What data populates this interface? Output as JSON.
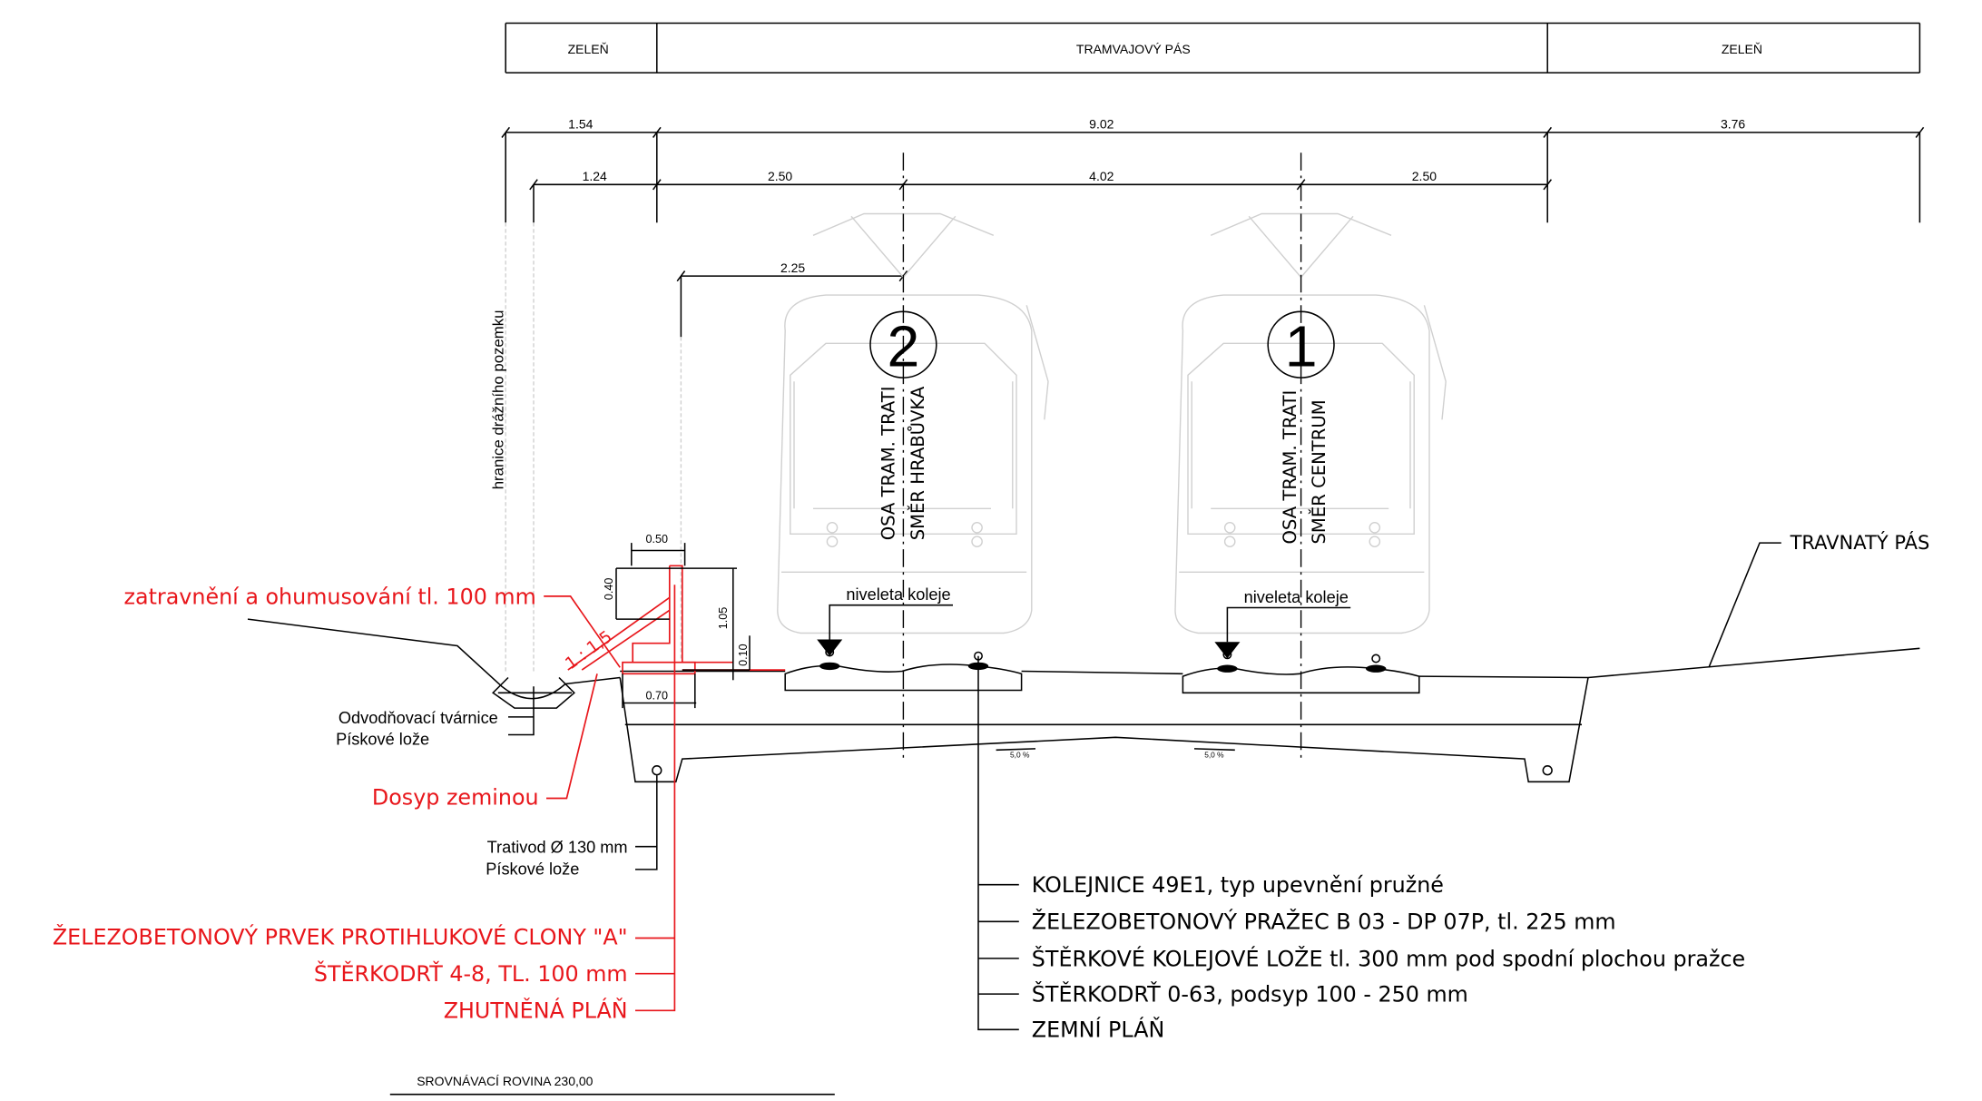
{
  "header_table": {
    "left": "ZELEŇ",
    "middle": "TRAMVAJOVÝ PÁS",
    "right": "ZELEŇ"
  },
  "dimensions": {
    "top_row": [
      "1.54",
      "9.02",
      "3.76"
    ],
    "second_row": [
      "1.24",
      "2.50",
      "4.02",
      "2.50"
    ],
    "tram_offset": "2.25",
    "wall_top": "0.50",
    "wall_upper": "0.40",
    "wall_height": "1.05",
    "wall_base": "0.10",
    "wall_footing": "0.70",
    "slope": "1 : 1,5",
    "gradient_left": "5,0 %",
    "gradient_right": "5,0 %"
  },
  "boundary_label": "hranice drážního pozemku",
  "tracks": [
    {
      "number": "2",
      "axis_line1": "OSA TRAM. TRATI",
      "axis_line2": "SMĚR HRABŮVKA",
      "level": "niveleta koleje"
    },
    {
      "number": "1",
      "axis_line1": "OSA TRAM. TRATI",
      "axis_line2": "SMĚR CENTRUM",
      "level": "niveleta koleje"
    }
  ],
  "right_label": "TRAVNATÝ PÁS",
  "red_labels": {
    "grass": "zatravnění a ohumusování tl. 100 mm",
    "fill": "Dosyp zeminou",
    "wall": "ŽELEZOBETONOVÝ PRVEK PROTIHLUKOVÉ CLONY \"A\"",
    "gravel": "ŠTĚRKODRŤ 4-8, TL. 100 mm",
    "subgrade": "ZHUTNĚNÁ PLÁŇ"
  },
  "black_labels": {
    "drain_block": "Odvodňovací tvárnice",
    "sand_bed1": "Pískové lože",
    "drain_pipe": "Trativod Ø 130 mm",
    "sand_bed2": "Pískové lože"
  },
  "layer_legend": [
    "KOLEJNICE 49E1, typ upevnění pružné",
    "ŽELEZOBETONOVÝ PRAŽEC B 03 - DP 07P, tl. 225 mm",
    "ŠTĚRKOVÉ KOLEJOVÉ LOŽE tl. 300 mm pod spodní plochou pražce",
    "ŠTĚRKODRŤ 0-63, podsyp 100 - 250 mm",
    "ZEMNÍ PLÁŇ"
  ],
  "datum": "SROVNÁVACÍ ROVINA 230,00",
  "colors": {
    "annotation_red": "#e8161b",
    "tram_outline": "#d0d0d0"
  }
}
